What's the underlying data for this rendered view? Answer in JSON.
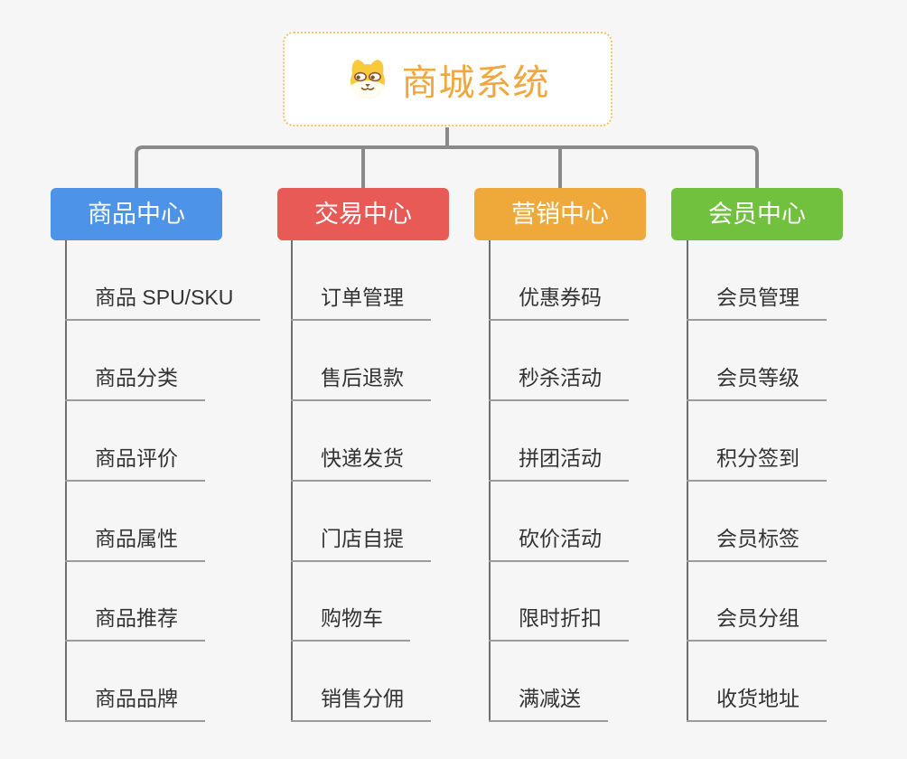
{
  "root": {
    "title": "商城系统",
    "icon": "dog-icon",
    "text_color": "#f0a73e",
    "border_color": "#f6c36c",
    "background": "#ffffff"
  },
  "branches": [
    {
      "label": "商品中心",
      "color": "#4d93e8",
      "children": [
        "商品 SPU/SKU",
        "商品分类",
        "商品评价",
        "商品属性",
        "商品推荐",
        "商品品牌"
      ]
    },
    {
      "label": "交易中心",
      "color": "#e85a56",
      "children": [
        "订单管理",
        "售后退款",
        "快递发货",
        "门店自提",
        "购物车",
        "销售分佣"
      ]
    },
    {
      "label": "营销中心",
      "color": "#efa93b",
      "children": [
        "优惠券码",
        "秒杀活动",
        "拼团活动",
        "砍价活动",
        "限时折扣",
        "满减送"
      ]
    },
    {
      "label": "会员中心",
      "color": "#71c13f",
      "children": [
        "会员管理",
        "会员等级",
        "积分签到",
        "会员标签",
        "会员分组",
        "收货地址"
      ]
    }
  ],
  "colors": {
    "page_background": "#f6f6f6",
    "connector": "#8a8a8a",
    "trunk": "#6f6f6f",
    "leaf_underline": "#9b9b9b",
    "leaf_text": "#333333"
  }
}
